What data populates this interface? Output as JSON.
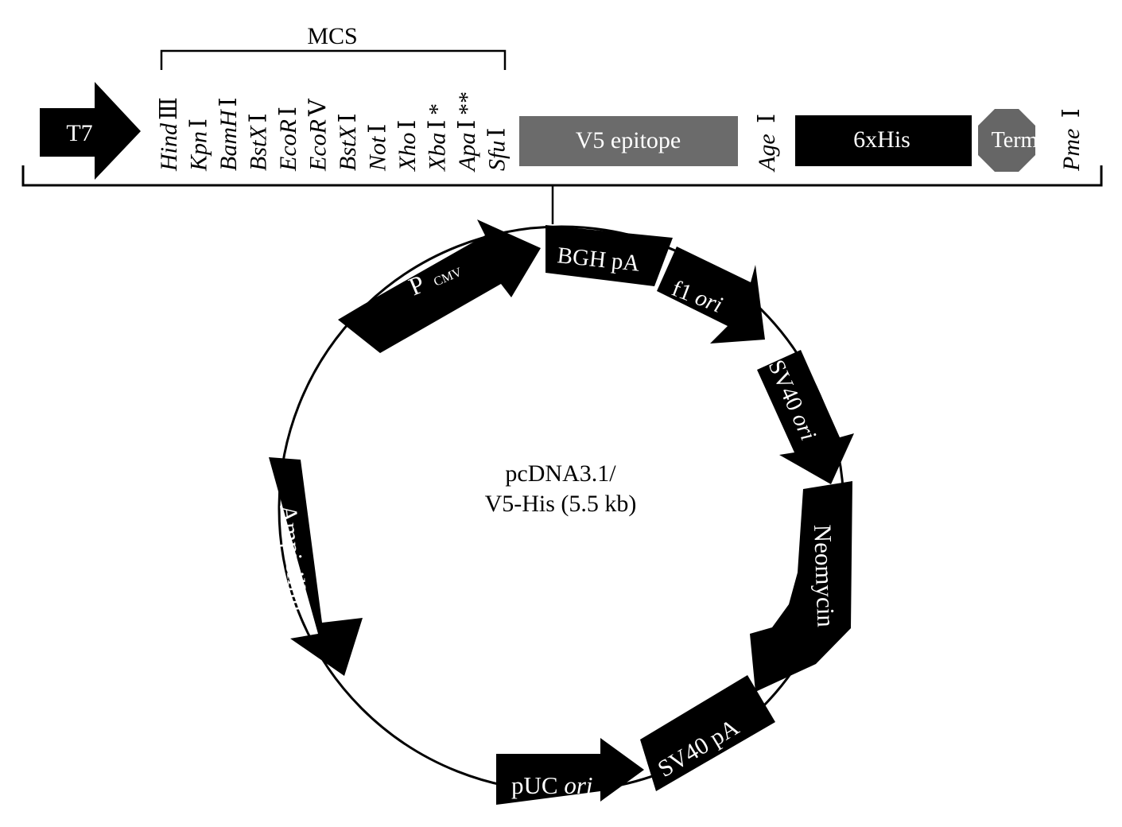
{
  "mcs": {
    "title": "MCS",
    "sites": [
      {
        "name": "Hind",
        "suffix": "Ⅲ",
        "mark": ""
      },
      {
        "name": "Kpn",
        "suffix": "Ⅰ",
        "mark": ""
      },
      {
        "name": "BamH",
        "suffix": "Ⅰ",
        "mark": ""
      },
      {
        "name": "BstX",
        "suffix": "Ⅰ",
        "mark": ""
      },
      {
        "name": "EcoR",
        "suffix": "Ⅰ",
        "mark": ""
      },
      {
        "name": "EcoR",
        "suffix": "Ⅴ",
        "mark": ""
      },
      {
        "name": "BstX",
        "suffix": "Ⅰ",
        "mark": ""
      },
      {
        "name": "Not",
        "suffix": "Ⅰ",
        "mark": ""
      },
      {
        "name": "Xho",
        "suffix": "Ⅰ",
        "mark": ""
      },
      {
        "name": "Xba",
        "suffix": "Ⅰ",
        "mark": "*"
      },
      {
        "name": "Apa",
        "suffix": "Ⅰ",
        "mark": "**"
      },
      {
        "name": "Sfu",
        "suffix": "Ⅰ",
        "mark": ""
      }
    ]
  },
  "linear_map": {
    "t7_label": "T7",
    "v5_label": "V5 epitope",
    "age_site": {
      "name": "Age",
      "suffix": "Ⅰ"
    },
    "his_label": "6xHis",
    "term_label": "Term",
    "pme_site": {
      "name": "Pme",
      "suffix": "Ⅰ"
    }
  },
  "plasmid": {
    "name_line1": "pcDNA3.1/",
    "name_line2": "V5-His (5.5 kb)",
    "features": {
      "pcmv_main": "P",
      "pcmv_sub": "CMV",
      "bgh": "BGH pA",
      "f1_main": "f1 ",
      "f1_ital": "ori",
      "sv40ori_main": "SV40 ",
      "sv40ori_ital": "ori",
      "neomycin": "Neomycin",
      "sv40pa": "SV40 pA",
      "puc_main": "pUC ",
      "puc_ital": "ori",
      "ampicillin": "Ampicillin"
    }
  },
  "colors": {
    "black": "#000000",
    "v5_gray": "#6b6b6b",
    "term_gray": "#666666",
    "line": "#000000"
  }
}
